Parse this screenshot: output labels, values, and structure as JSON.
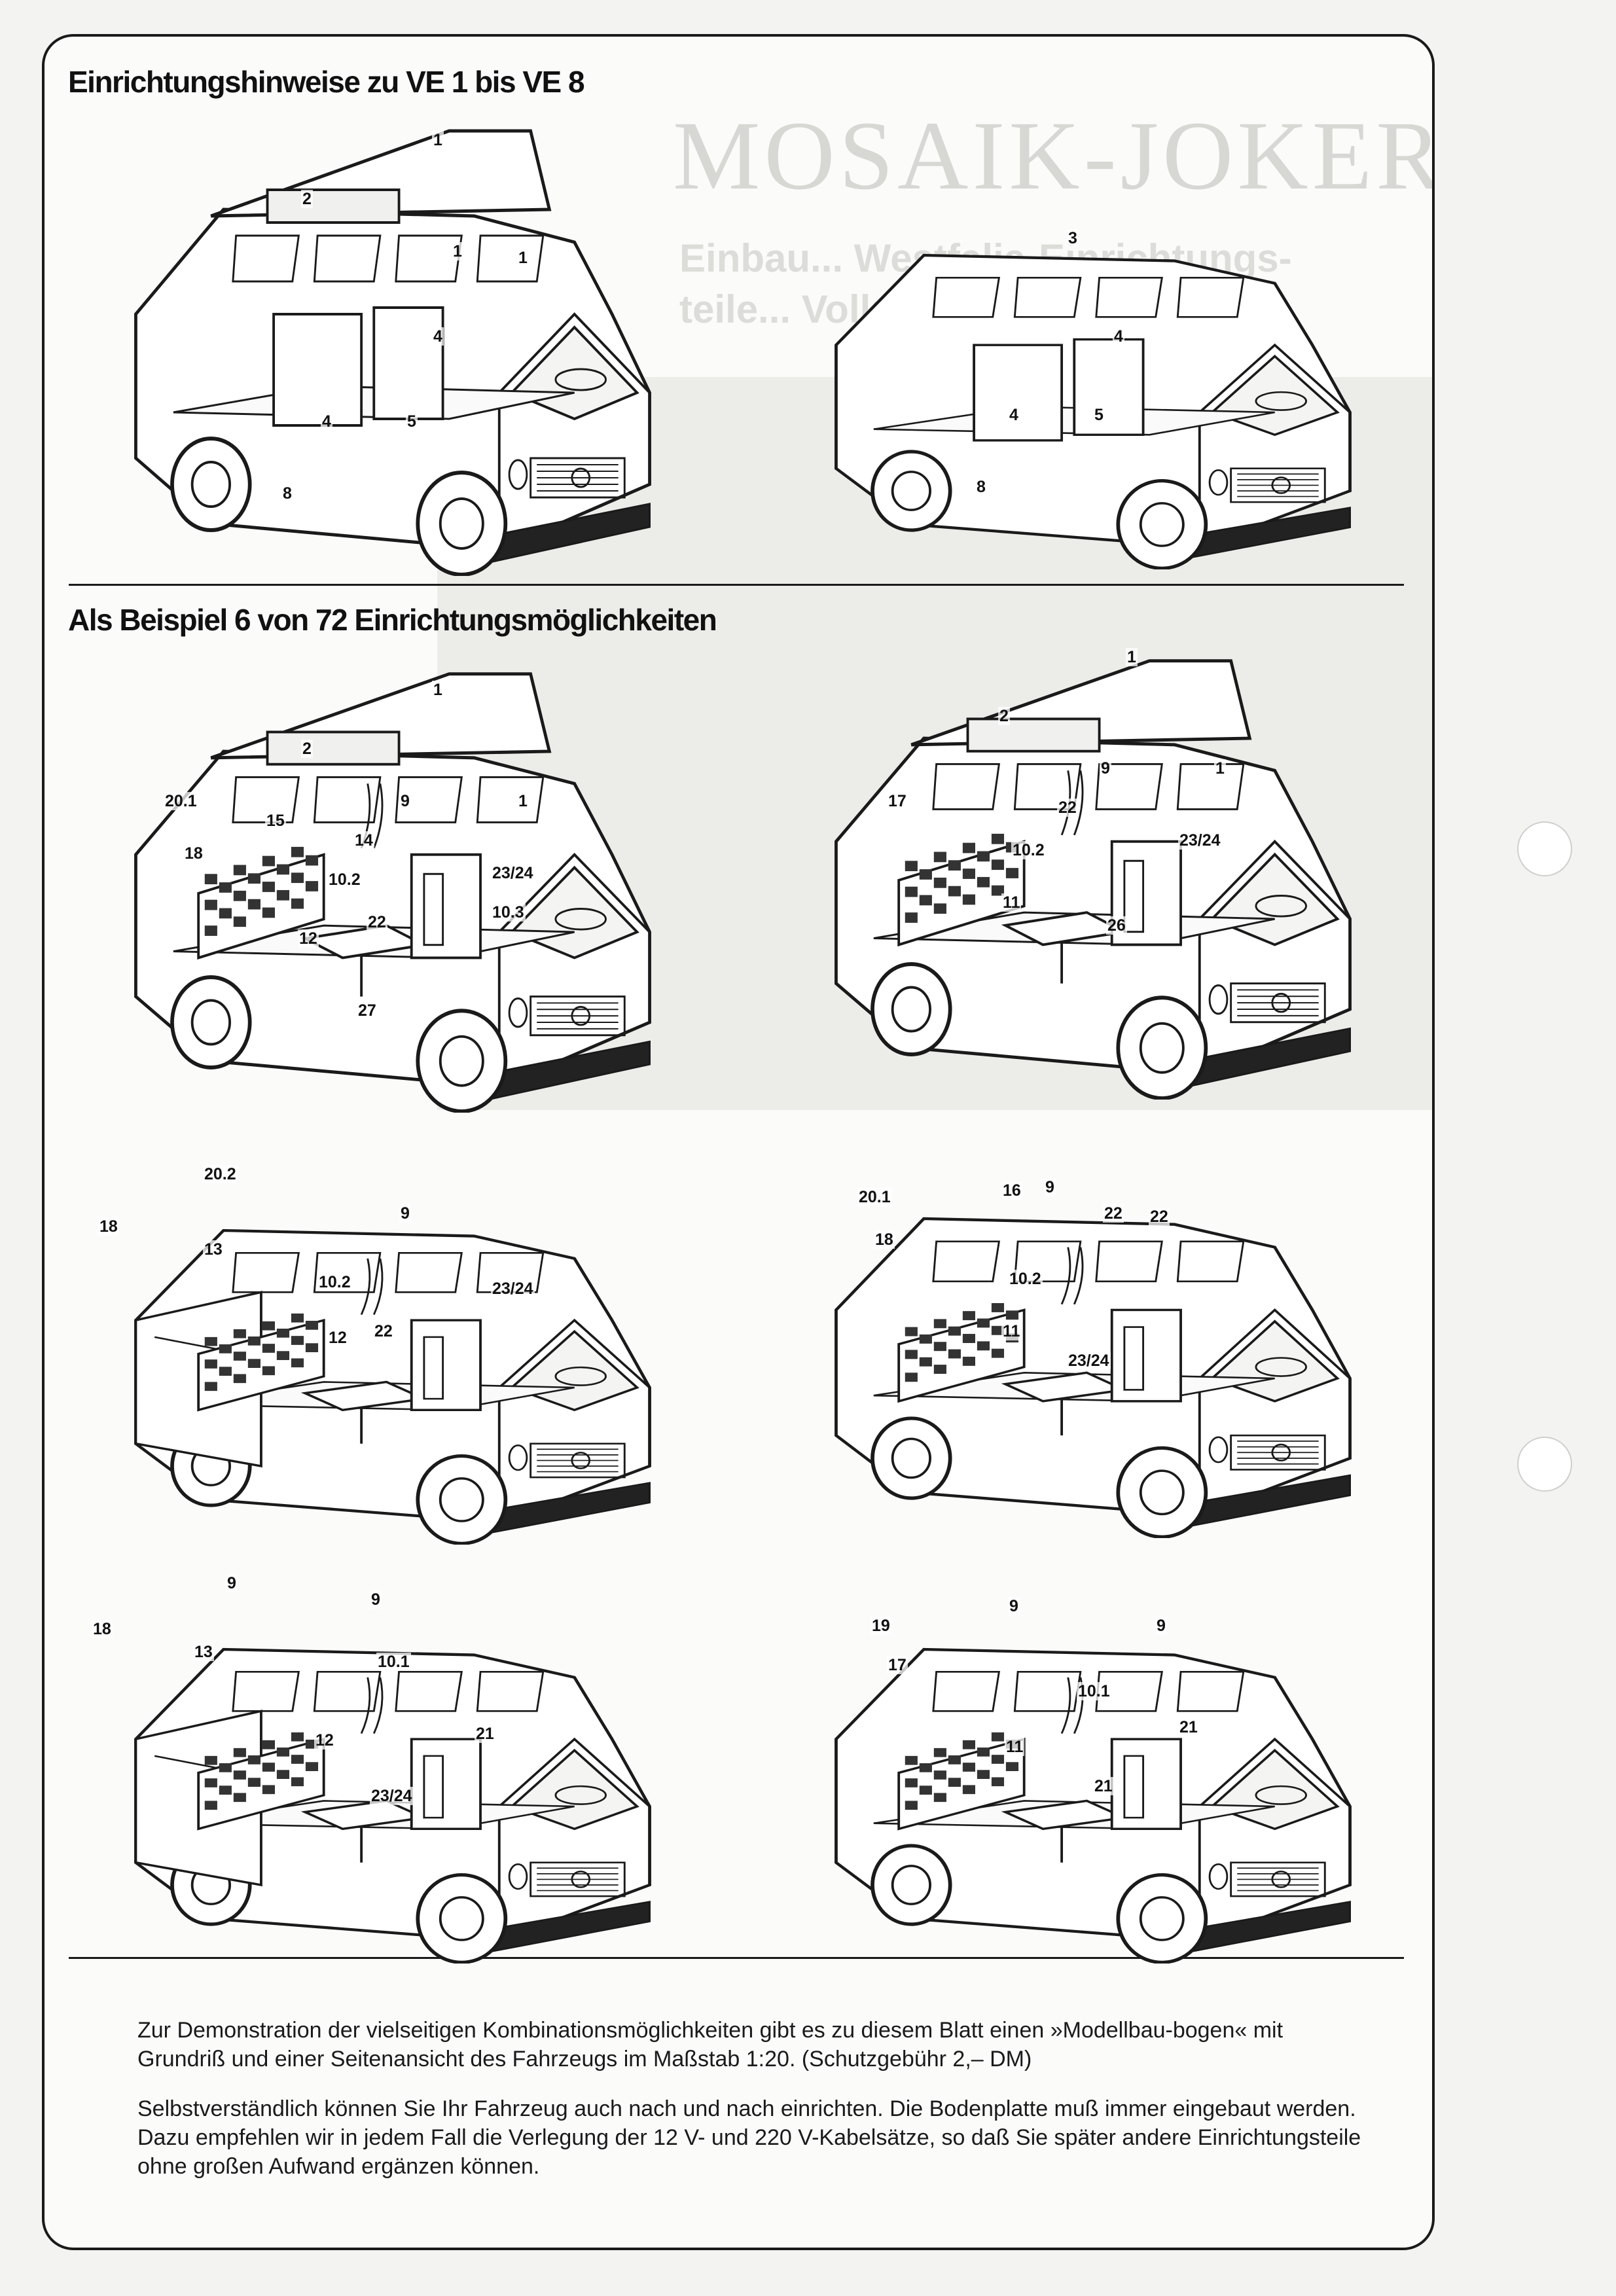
{
  "headings": {
    "top": "Einrichtungshinweise zu VE 1 bis VE 8",
    "middle": "Als Beispiel 6 von 72 Einrichtungsmöglichkeiten"
  },
  "background_print": {
    "title": "MOSAIK-JOKER",
    "subtitle": "Einbau... Westfalia-Einrichtungs-\nteile... Volks... ab 8/79"
  },
  "vans": [
    {
      "labels": [
        "1",
        "2",
        "1",
        "1",
        "4",
        "4",
        "5",
        "8"
      ]
    },
    {
      "labels": [
        "3",
        "4",
        "4",
        "5",
        "8"
      ]
    },
    {
      "labels": [
        "1",
        "2",
        "20.1",
        "15",
        "9",
        "1",
        "18",
        "14",
        "23/24",
        "10.2",
        "10.3",
        "22",
        "12",
        "27"
      ]
    },
    {
      "labels": [
        "1",
        "2",
        "9",
        "1",
        "17",
        "22",
        "23/24",
        "10.2",
        "11",
        "26"
      ]
    },
    {
      "labels": [
        "20.2",
        "18",
        "13",
        "9",
        "23/24",
        "10.2",
        "12",
        "22"
      ]
    },
    {
      "labels": [
        "20.1",
        "16",
        "9",
        "22",
        "22",
        "18",
        "10.2",
        "11",
        "23/24"
      ]
    },
    {
      "labels": [
        "9",
        "18",
        "13",
        "9",
        "10.1",
        "12",
        "21",
        "23/24"
      ]
    },
    {
      "labels": [
        "19",
        "9",
        "9",
        "17",
        "10.1",
        "11",
        "21",
        "21"
      ]
    }
  ],
  "footer": {
    "paragraph1": "Zur Demonstration der vielseitigen Kombinationsmöglichkeiten gibt es zu diesem Blatt einen »Modellbau-bogen« mit Grundriß und einer Seitenansicht des Fahrzeugs im Maßstab 1:20. (Schutzgebühr 2,– DM)",
    "paragraph2": "Selbstverständlich können Sie Ihr Fahrzeug auch nach und nach einrichten. Die Bodenplatte muß immer eingebaut werden. Dazu empfehlen wir in jedem Fall die Verlegung der 12 V- und 220 V-Kabelsätze, so daß Sie später andere Einrichtungsteile ohne großen Aufwand ergänzen können."
  },
  "colors": {
    "paper": "#fbfbfa",
    "ink": "#111111",
    "show_through": "#d7d7d4"
  }
}
